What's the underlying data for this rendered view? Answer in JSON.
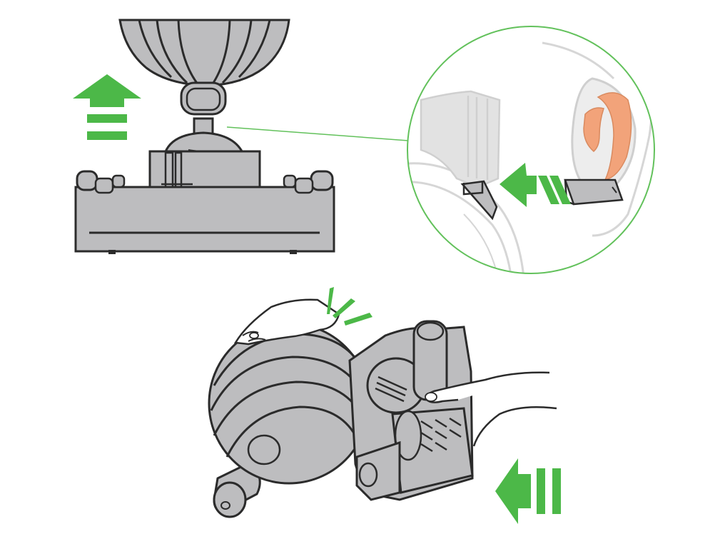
{
  "figure": {
    "accent_green": "#4cb848",
    "zoom_outline_green": "#62c15b",
    "part_grey": "#bdbdbf",
    "part_grey_dark": "#9c9c9e",
    "outline": "#2b2b2b",
    "highlight_orange": "#f2a37a",
    "skin": "#ffffff"
  },
  "panels": [
    {
      "id": "remove-head",
      "icon": "arrow-up-icon",
      "direction": "up"
    },
    {
      "id": "detail-zoom",
      "icon": "arrow-left-icon",
      "direction": "left"
    },
    {
      "id": "attach-head",
      "icon": "arrow-left-icon",
      "direction": "left"
    }
  ]
}
